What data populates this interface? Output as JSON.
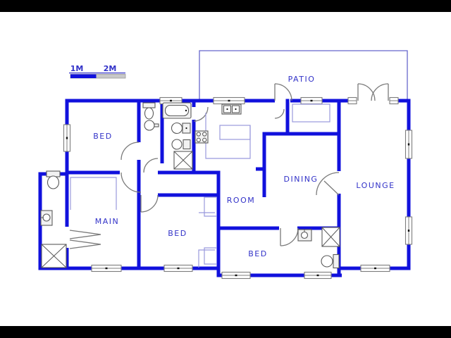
{
  "drawing": {
    "type": "architectural floor plan",
    "background": "#ffffff",
    "letterbox": "#000000"
  },
  "colors": {
    "background": "#ffffff",
    "letterbox": "#000000",
    "wall": "#1111dd",
    "label_text": "#3232c8",
    "thin_line": "#9999dd",
    "patio_outline": "#6666cc",
    "fixture_stroke": "#5a5a5a",
    "fixture_fill": "#f2f2f2",
    "window_fill": "#ffffff",
    "scale_blue": "#1111dd",
    "scale_gray": "#c8c8c8"
  },
  "scale_bar": {
    "label_1m": "1M",
    "label_2m": "2M"
  },
  "rooms": [
    {
      "id": "patio",
      "label": "PATIO"
    },
    {
      "id": "bed-1",
      "label": "BED"
    },
    {
      "id": "main",
      "label": "MAIN"
    },
    {
      "id": "bed-2",
      "label": "BED"
    },
    {
      "id": "bed-3",
      "label": "BED"
    },
    {
      "id": "room",
      "label": "ROOM"
    },
    {
      "id": "dining",
      "label": "DINING"
    },
    {
      "id": "lounge",
      "label": "LOUNGE"
    }
  ],
  "fixtures": [
    "toilet",
    "basin",
    "bathtub",
    "basin",
    "toilet",
    "shower",
    "stove",
    "double-sink",
    "kitchen-island",
    "counter",
    "toilet",
    "basin",
    "shower",
    "basin",
    "shower",
    "toilet"
  ]
}
